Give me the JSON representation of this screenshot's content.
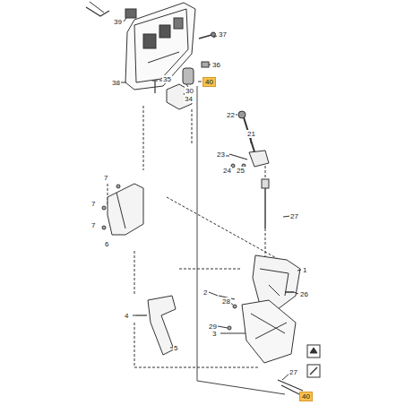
{
  "diagram": {
    "labels": [
      "39",
      "37",
      "36",
      "38",
      "35",
      "30",
      "40",
      "34",
      "22",
      "21",
      "23",
      "24",
      "25",
      "7",
      "7",
      "7",
      "6",
      "27",
      "1",
      "2",
      "26",
      "28",
      "29",
      "3",
      "4",
      "5",
      "27",
      "40"
    ]
  }
}
